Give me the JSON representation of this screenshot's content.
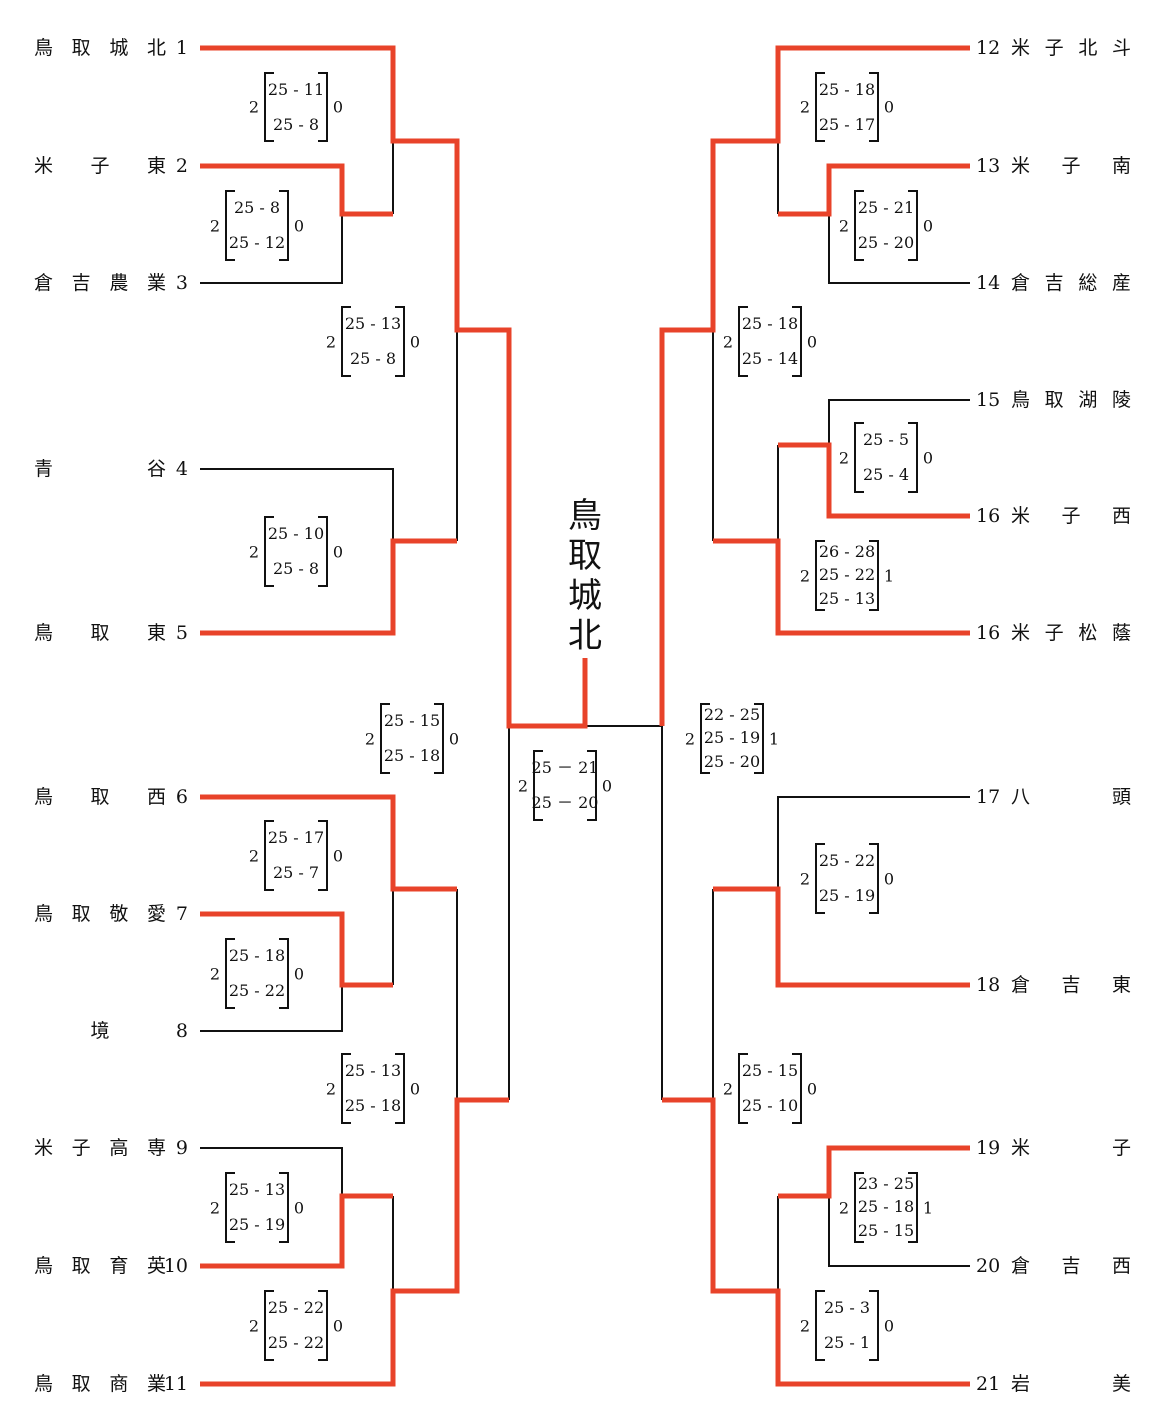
{
  "colors": {
    "winner_line": "#e8432a",
    "line": "#111111"
  },
  "champion": {
    "chars": [
      "鳥",
      "取",
      "城",
      "北"
    ]
  },
  "left_teams": [
    {
      "seed": "1",
      "name": [
        "鳥",
        "取",
        "城",
        "北"
      ]
    },
    {
      "seed": "2",
      "name": [
        "米",
        "子",
        "東"
      ]
    },
    {
      "seed": "3",
      "name": [
        "倉",
        "吉",
        "農",
        "業"
      ]
    },
    {
      "seed": "4",
      "name": [
        "青",
        "谷"
      ]
    },
    {
      "seed": "5",
      "name": [
        "鳥",
        "取",
        "東"
      ]
    },
    {
      "seed": "6",
      "name": [
        "鳥",
        "取",
        "西"
      ]
    },
    {
      "seed": "7",
      "name": [
        "鳥",
        "取",
        "敬",
        "愛"
      ]
    },
    {
      "seed": "8",
      "name": [
        "境"
      ]
    },
    {
      "seed": "9",
      "name": [
        "米",
        "子",
        "高",
        "専"
      ]
    },
    {
      "seed": "10",
      "name": [
        "鳥",
        "取",
        "育",
        "英"
      ]
    },
    {
      "seed": "11",
      "name": [
        "鳥",
        "取",
        "商",
        "業"
      ]
    }
  ],
  "right_teams": [
    {
      "seed": "12",
      "name": [
        "米",
        "子",
        "北",
        "斗"
      ]
    },
    {
      "seed": "13",
      "name": [
        "米",
        "子",
        "南"
      ]
    },
    {
      "seed": "14",
      "name": [
        "倉",
        "吉",
        "総",
        "産"
      ]
    },
    {
      "seed": "15",
      "name": [
        "鳥",
        "取",
        "湖",
        "陵"
      ]
    },
    {
      "seed": "16",
      "name": [
        "米",
        "子",
        "西"
      ]
    },
    {
      "seed": "16",
      "name": [
        "米",
        "子",
        "松",
        "蔭"
      ]
    },
    {
      "seed": "17",
      "name": [
        "八",
        "頭"
      ]
    },
    {
      "seed": "18",
      "name": [
        "倉",
        "吉",
        "東"
      ]
    },
    {
      "seed": "19",
      "name": [
        "米",
        "子"
      ]
    },
    {
      "seed": "20",
      "name": [
        "倉",
        "吉",
        "西"
      ]
    },
    {
      "seed": "21",
      "name": [
        "岩",
        "美"
      ]
    }
  ],
  "scores": [
    {
      "l": "2",
      "r": "0",
      "sets": [
        "25 - 11",
        "25 - 8"
      ]
    },
    {
      "l": "2",
      "r": "0",
      "sets": [
        "25 - 8",
        "25 - 12"
      ]
    },
    {
      "l": "2",
      "r": "0",
      "sets": [
        "25 - 13",
        "25 - 8"
      ]
    },
    {
      "l": "2",
      "r": "0",
      "sets": [
        "25 - 10",
        "25 - 8"
      ]
    },
    {
      "l": "2",
      "r": "0",
      "sets": [
        "25 - 15",
        "25 - 18"
      ]
    },
    {
      "l": "2",
      "r": "0",
      "sets": [
        "25 - 17",
        "25 - 7"
      ]
    },
    {
      "l": "2",
      "r": "0",
      "sets": [
        "25 - 18",
        "25 - 22"
      ]
    },
    {
      "l": "2",
      "r": "0",
      "sets": [
        "25 - 13",
        "25 - 18"
      ]
    },
    {
      "l": "2",
      "r": "0",
      "sets": [
        "25 - 13",
        "25 - 19"
      ]
    },
    {
      "l": "2",
      "r": "0",
      "sets": [
        "25 - 22",
        "25 - 22"
      ]
    },
    {
      "l": "2",
      "r": "0",
      "sets": [
        "25 － 21",
        "25 － 20"
      ]
    },
    {
      "l": "2",
      "r": "0",
      "sets": [
        "25 - 18",
        "25 - 17"
      ]
    },
    {
      "l": "2",
      "r": "0",
      "sets": [
        "25 - 21",
        "25 - 20"
      ]
    },
    {
      "l": "2",
      "r": "0",
      "sets": [
        "25 - 18",
        "25 - 14"
      ]
    },
    {
      "l": "2",
      "r": "0",
      "sets": [
        "25 - 5",
        "25 - 4"
      ]
    },
    {
      "l": "2",
      "r": "1",
      "sets": [
        "26 - 28",
        "25 - 22",
        "25 - 13"
      ]
    },
    {
      "l": "2",
      "r": "1",
      "sets": [
        "22 - 25",
        "25 - 19",
        "25 - 20"
      ]
    },
    {
      "l": "2",
      "r": "0",
      "sets": [
        "25 - 22",
        "25 - 19"
      ]
    },
    {
      "l": "2",
      "r": "0",
      "sets": [
        "25 - 15",
        "25 - 10"
      ]
    },
    {
      "l": "2",
      "r": "1",
      "sets": [
        "23 - 25",
        "25 - 18",
        "25 - 15"
      ]
    },
    {
      "l": "2",
      "r": "0",
      "sets": [
        "25 - 3",
        "25 - 1"
      ]
    }
  ]
}
